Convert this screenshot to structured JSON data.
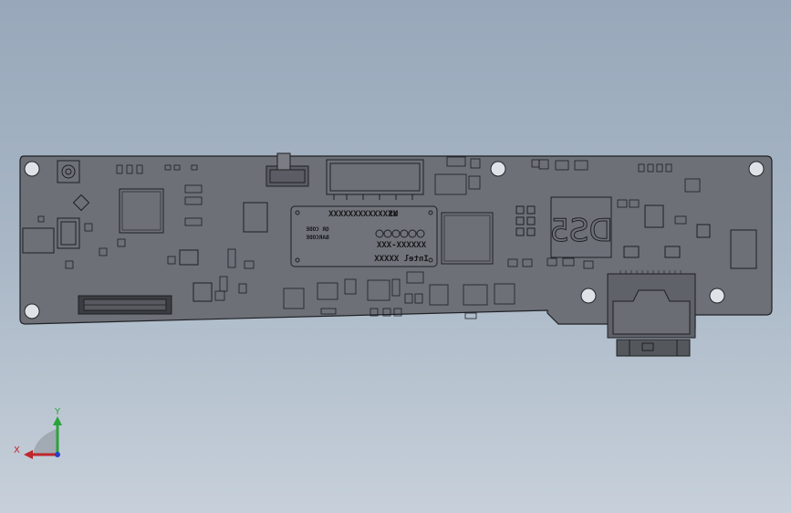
{
  "board": {
    "label_block": {
      "line1": "XXXXXXXXXXXXXX",
      "line1b": "US",
      "line2": "QR CODE",
      "line3": "BARCODE",
      "line4": "XXXXXX-XXX",
      "line5": "Intel XXXXX"
    },
    "silkscreen": "DS5"
  },
  "triad": {
    "x_label": "X",
    "y_label": "Y"
  },
  "colors": {
    "background_top": "#98a8ba",
    "background_bottom": "#c7d0da",
    "board_fill": "#6d7077",
    "board_outline": "#202226",
    "axis_x": "#c0262c",
    "axis_y": "#2aa33a",
    "axis_z": "#2440c8"
  }
}
